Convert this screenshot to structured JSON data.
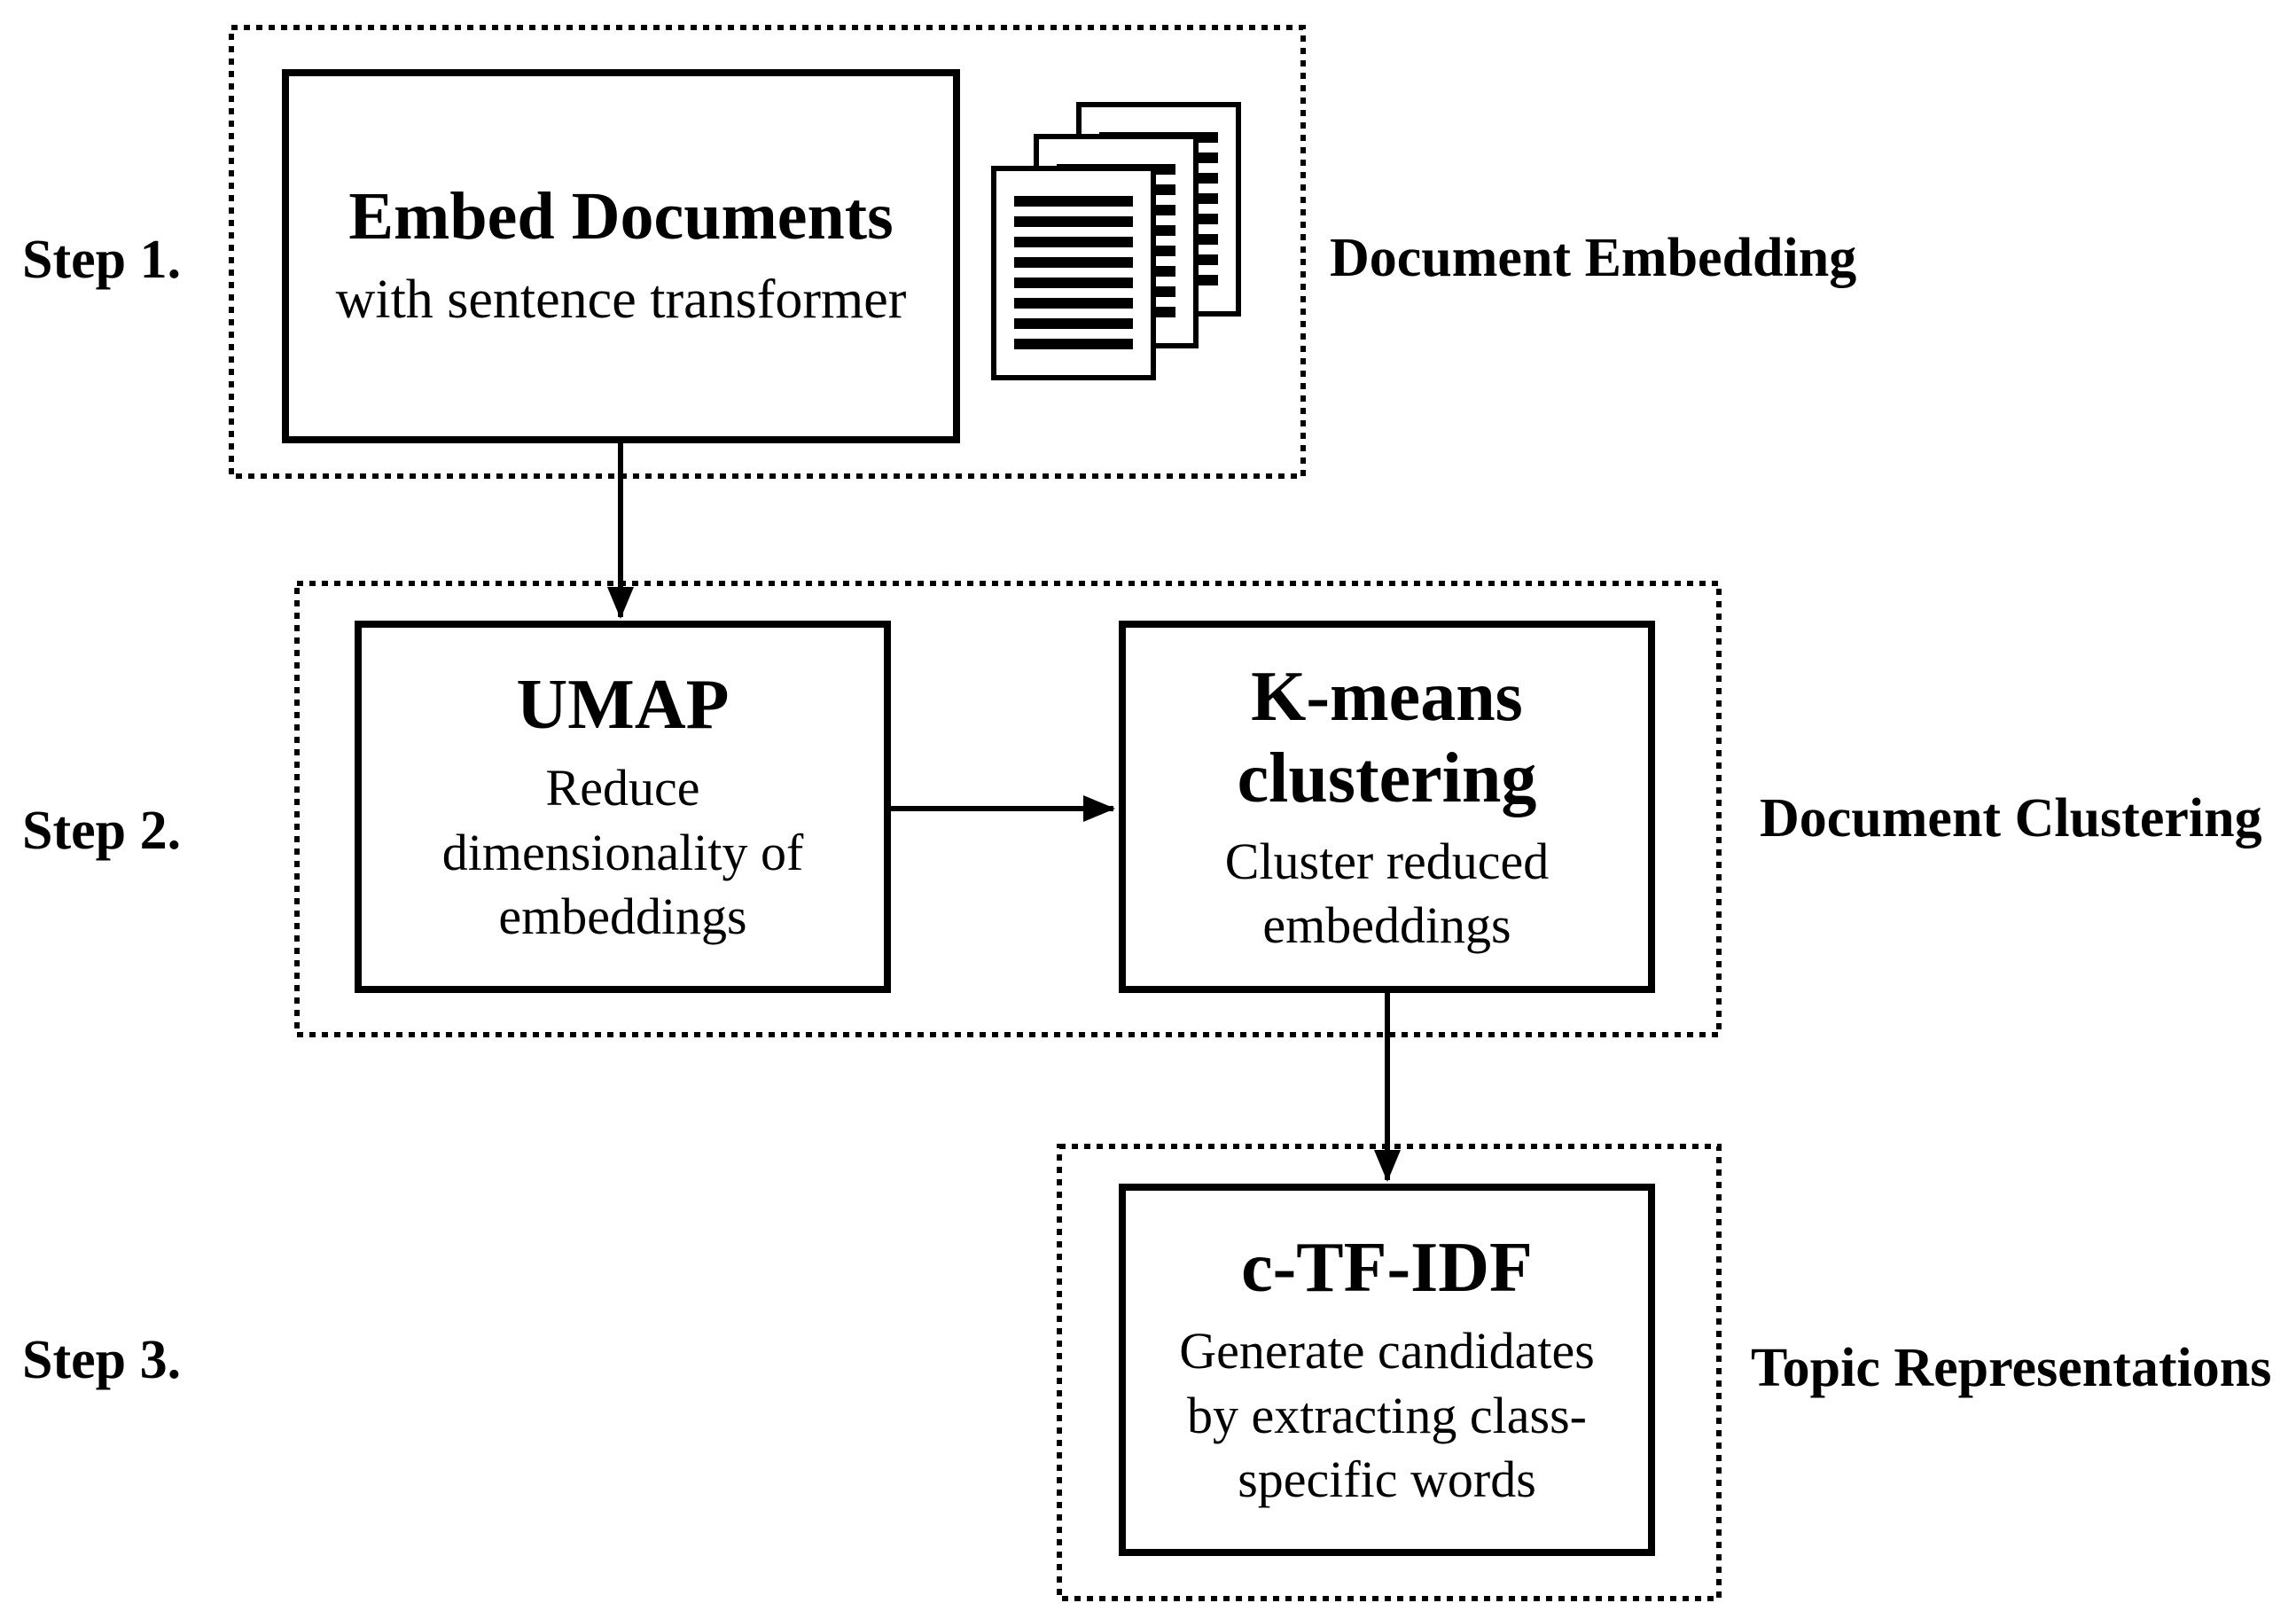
{
  "figure": {
    "background_color": "#ffffff",
    "foreground_color": "#000000",
    "icons": {
      "documents": "stacked-documents-icon"
    }
  },
  "steps": [
    {
      "label": "Step 1.",
      "stage_label": "Document Embedding",
      "boxes": [
        {
          "title": "Embed Documents",
          "subtitle": "with sentence transformer"
        }
      ]
    },
    {
      "label": "Step 2.",
      "stage_label": "Document Clustering",
      "boxes": [
        {
          "title": "UMAP",
          "subtitle": "Reduce\ndimensionality of\nembeddings"
        },
        {
          "title": "K-means\nclustering",
          "subtitle": "Cluster reduced\nembeddings"
        }
      ]
    },
    {
      "label": "Step 3.",
      "stage_label": "Topic Representations",
      "boxes": [
        {
          "title": "c-TF-IDF",
          "subtitle": "Generate candidates\nby extracting class-\nspecific words"
        }
      ]
    }
  ]
}
